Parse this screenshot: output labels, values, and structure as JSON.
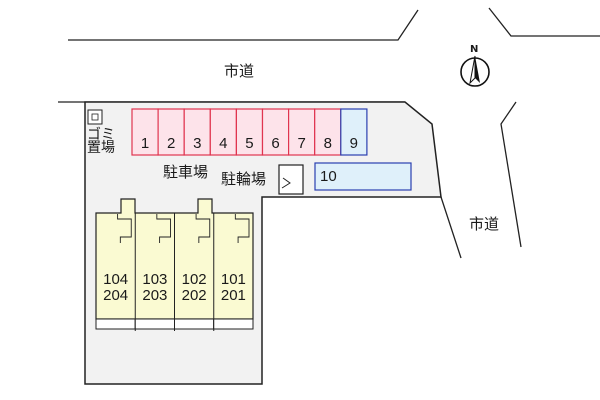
{
  "roads": {
    "top_label": "市道",
    "right_label": "市道"
  },
  "compass": {
    "label": "N",
    "icon": "north-arrow-icon"
  },
  "garbage": {
    "label": "ゴミ置場",
    "line1": "ゴミ",
    "line2": "置場"
  },
  "parking": {
    "label": "駐車場",
    "spaces": [
      {
        "number": "1",
        "type": "car"
      },
      {
        "number": "2",
        "type": "car"
      },
      {
        "number": "3",
        "type": "car"
      },
      {
        "number": "4",
        "type": "car"
      },
      {
        "number": "5",
        "type": "car"
      },
      {
        "number": "6",
        "type": "car"
      },
      {
        "number": "7",
        "type": "car"
      },
      {
        "number": "8",
        "type": "car"
      },
      {
        "number": "9",
        "type": "light"
      },
      {
        "number": "10",
        "type": "light"
      }
    ]
  },
  "bicycle_parking": {
    "label": "駐輪場"
  },
  "building": {
    "units": [
      {
        "upper": "104",
        "lower": "204"
      },
      {
        "upper": "103",
        "lower": "203"
      },
      {
        "upper": "102",
        "lower": "202"
      },
      {
        "upper": "101",
        "lower": "201"
      }
    ]
  },
  "colors": {
    "site": "#f2f2f2",
    "car_fill": "#fde3ea",
    "car_border": "#e0344f",
    "light_fill": "#dff0fa",
    "light_border": "#2a3fb0",
    "building_fill": "#fafad2",
    "line": "#222222"
  }
}
